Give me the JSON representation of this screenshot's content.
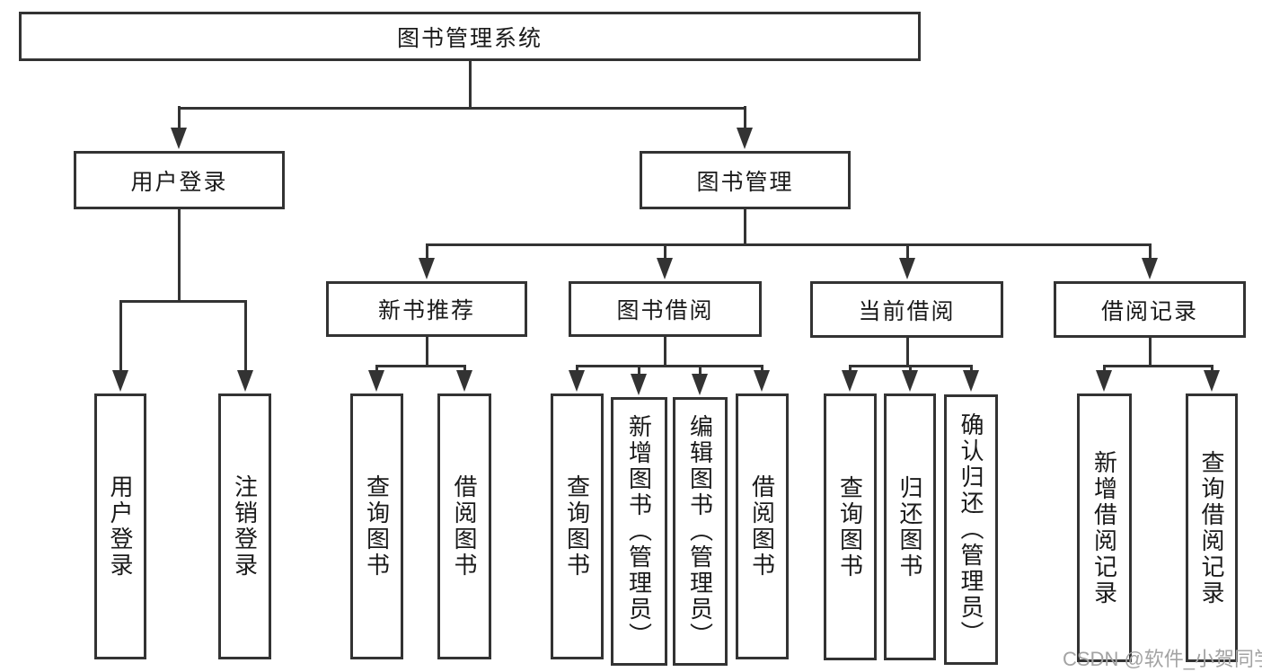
{
  "diagram": {
    "root": {
      "label": "图书管理系统",
      "children": [
        {
          "label": "用户登录",
          "children": [
            {
              "label": "用户登录"
            },
            {
              "label": "注销登录"
            }
          ]
        },
        {
          "label": "图书管理",
          "children": [
            {
              "label": "新书推荐",
              "children": [
                {
                  "label": "查询图书"
                },
                {
                  "label": "借阅图书"
                }
              ]
            },
            {
              "label": "图书借阅",
              "children": [
                {
                  "label": "查询图书"
                },
                {
                  "label": "新增图书（管理员）"
                },
                {
                  "label": "编辑图书（管理员）"
                },
                {
                  "label": "借阅图书"
                }
              ]
            },
            {
              "label": "当前借阅",
              "children": [
                {
                  "label": "查询图书"
                },
                {
                  "label": "归还图书"
                },
                {
                  "label": "确认归还（管理员）"
                }
              ]
            },
            {
              "label": "借阅记录",
              "children": [
                {
                  "label": "新增借阅记录"
                },
                {
                  "label": "查询借阅记录"
                }
              ]
            }
          ]
        }
      ]
    },
    "watermark": "CSDN @软件_小贺同学",
    "colors": {
      "line": "#333333",
      "text": "#1a1a1a",
      "watermark": "#a3a3a3",
      "background": "#ffffff"
    }
  }
}
